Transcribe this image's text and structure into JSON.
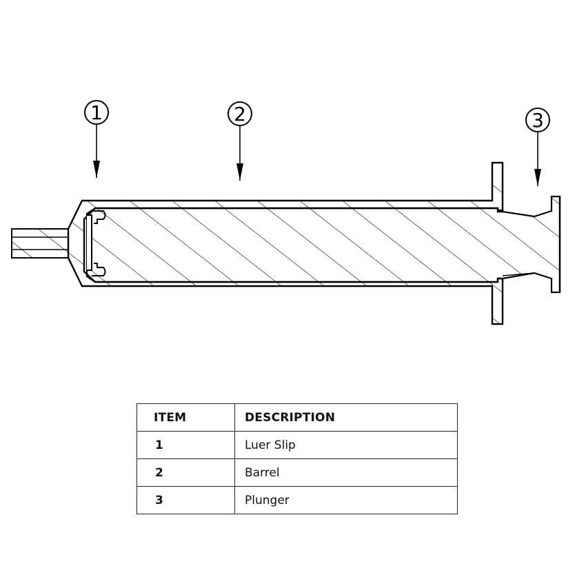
{
  "balloons": [
    {
      "number": "1",
      "part": "Luer Slip"
    },
    {
      "number": "2",
      "part": "Barrel"
    },
    {
      "number": "3",
      "part": "Plunger"
    }
  ],
  "table": {
    "headers": {
      "item": "ITEM",
      "description": "DESCRIPTION"
    },
    "rows": [
      {
        "item": "1",
        "description": "Luer Slip"
      },
      {
        "item": "2",
        "description": "Barrel"
      },
      {
        "item": "3",
        "description": "Plunger"
      }
    ]
  }
}
